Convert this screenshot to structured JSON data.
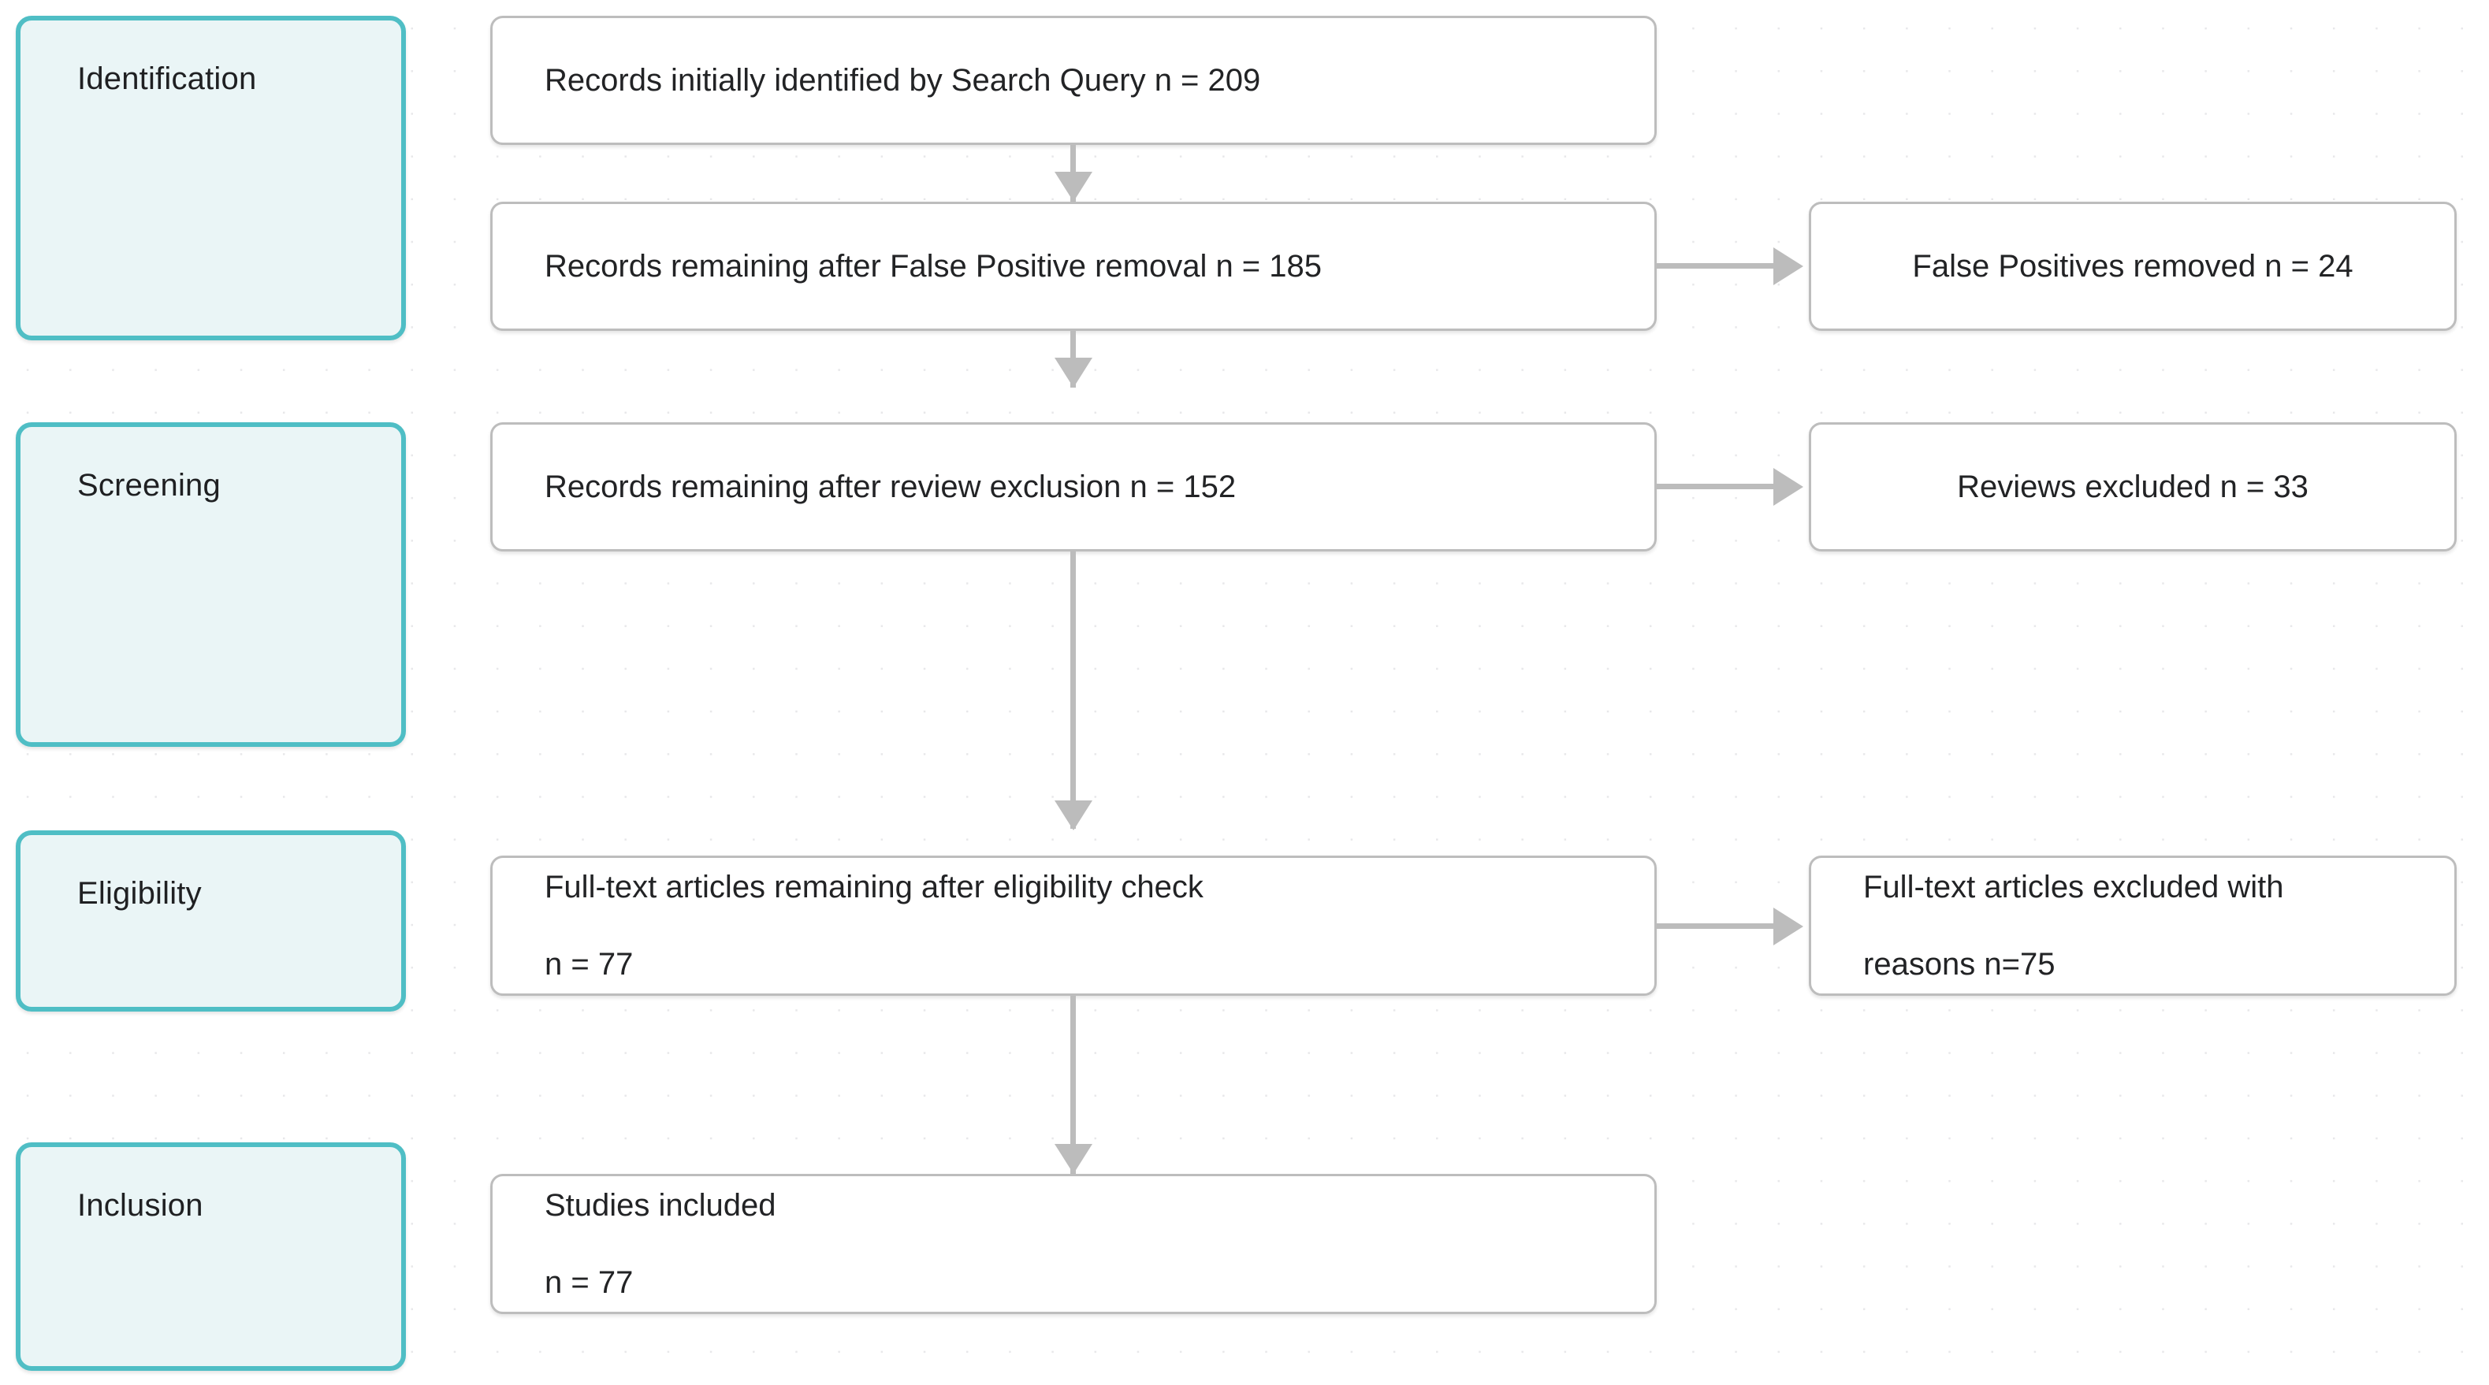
{
  "diagram": {
    "title": "PRISMA flow diagram",
    "colors": {
      "stage_border": "#4fbec5",
      "stage_fill": "#eaf5f6",
      "box_border": "#bdbdbd",
      "box_fill": "#ffffff",
      "connector": "#bcbcbc",
      "text": "#222325",
      "background": "#ffffff"
    }
  },
  "stages": [
    {
      "label": "Identification"
    },
    {
      "label": "Screening"
    },
    {
      "label": "Eligibility"
    },
    {
      "label": "Inclusion"
    }
  ],
  "nodes": {
    "identified": {
      "line1": "Records initially identified by Search Query n = 209"
    },
    "after_false_positive": {
      "line1": "Records remaining after False Positive removal n = 185"
    },
    "false_positives_removed": {
      "line1": "False Positives removed n = 24"
    },
    "after_review_exclusion": {
      "line1": "Records remaining after review exclusion n = 152"
    },
    "reviews_excluded": {
      "line1": "Reviews excluded n = 33"
    },
    "eligibility_remaining": {
      "line1": "Full-text articles remaining after eligibility check",
      "line2": "n = 77"
    },
    "fulltext_excluded": {
      "line1": "Full-text articles excluded with",
      "line2": "reasons n=75"
    },
    "studies_included": {
      "line1": "Studies included",
      "line2": "n = 77"
    }
  }
}
